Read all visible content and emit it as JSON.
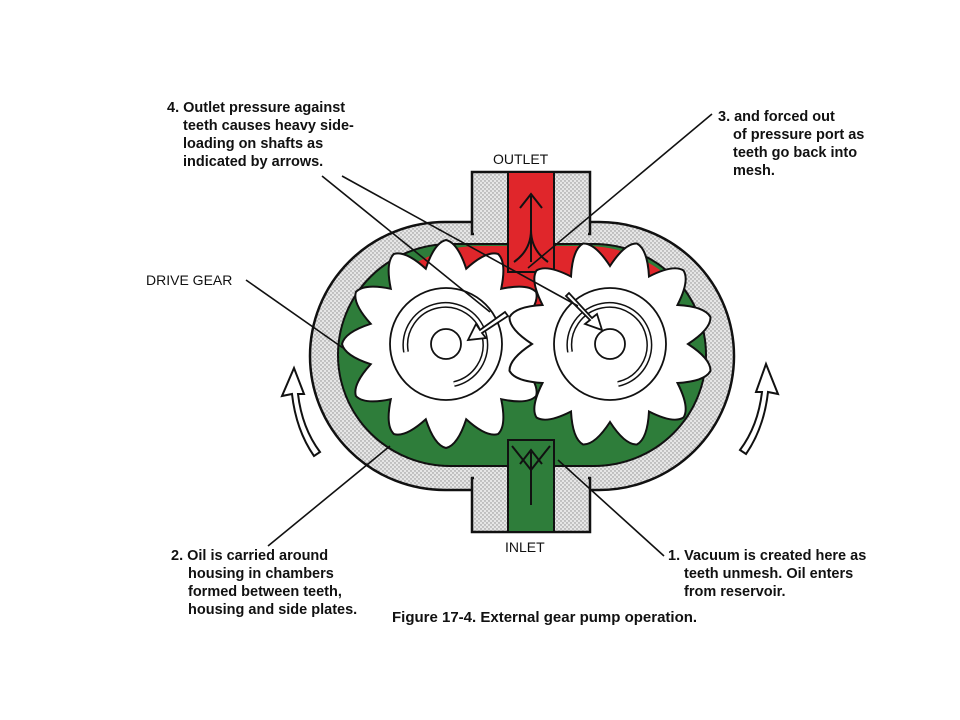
{
  "colors": {
    "housing_fill": "#d9d9d9",
    "oil_low_pressure": "#2e7d3a",
    "oil_high_pressure": "#e0262b",
    "gear": "#ffffff",
    "ink": "#111111"
  },
  "labels": {
    "outlet": "OUTLET",
    "inlet": "INLET",
    "drive_gear": "DRIVE GEAR"
  },
  "callouts": {
    "c4": [
      "4. Outlet pressure against",
      "teeth causes heavy side-",
      "loading on shafts as",
      "indicated by arrows."
    ],
    "c3": [
      "3. and forced out",
      "of pressure port as",
      "teeth go back into",
      "mesh."
    ],
    "c2": [
      "2. Oil is carried around",
      "housing in chambers",
      "formed between teeth,",
      "housing and side plates."
    ],
    "c1": [
      "1. Vacuum is created here as",
      "teeth unmesh. Oil enters",
      "from reservoir."
    ]
  },
  "caption": "Figure 17-4. External gear pump operation.",
  "icons": [
    "rotation-arrow-icon",
    "flow-arrow-icon",
    "side-load-arrow-icon"
  ]
}
